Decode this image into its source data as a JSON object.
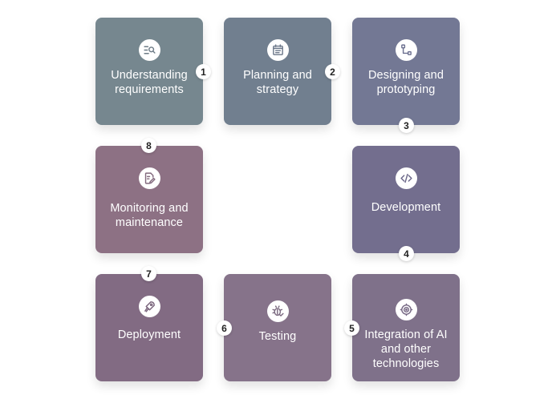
{
  "steps": [
    {
      "number": "1",
      "label": "Understanding\nrequirements",
      "icon": "search-list-icon",
      "color": "#76878f"
    },
    {
      "number": "2",
      "label": "Planning and\nstrategy",
      "icon": "calendar-icon",
      "color": "#717f8f"
    },
    {
      "number": "3",
      "label": "Designing and\nprototyping",
      "icon": "flowchart-icon",
      "color": "#737894"
    },
    {
      "number": "4",
      "label": "Development",
      "icon": "code-icon",
      "color": "#736e8e"
    },
    {
      "number": "5",
      "label": "Integration of AI\nand other\ntechnologies",
      "icon": "ai-target-icon",
      "color": "#7f718a"
    },
    {
      "number": "6",
      "label": "Testing",
      "icon": "bug-check-icon",
      "color": "#86738a"
    },
    {
      "number": "7",
      "label": "Deployment",
      "icon": "rocket-icon",
      "color": "#826b83"
    },
    {
      "number": "8",
      "label": "Monitoring and\nmaintenance",
      "icon": "report-edit-icon",
      "color": "#8d7184"
    }
  ]
}
